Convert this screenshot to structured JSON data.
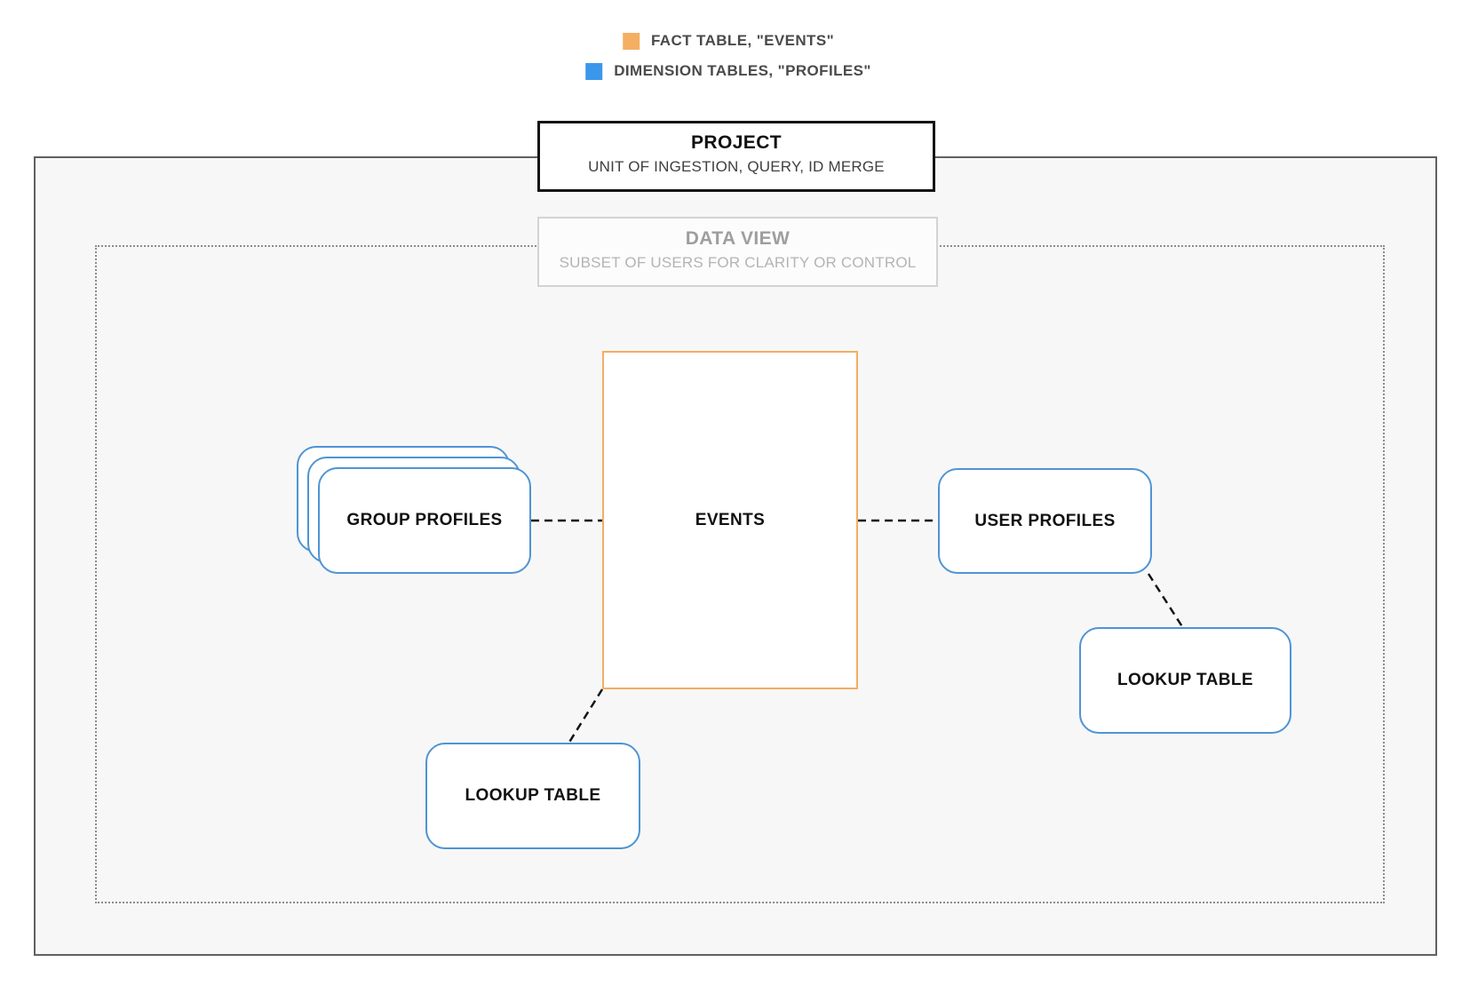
{
  "legend": {
    "items": [
      {
        "id": "fact-table",
        "label": "FACT TABLE, \"EVENTS\"",
        "color": "#F5AF63"
      },
      {
        "id": "dimension-tables",
        "label": "DIMENSION TABLES, \"PROFILES\"",
        "color": "#3B97EC"
      }
    ]
  },
  "project_box": {
    "title": "PROJECT",
    "subtitle": "UNIT OF INGESTION, QUERY, ID MERGE"
  },
  "data_view_box": {
    "title": "DATA VIEW",
    "subtitle": "SUBSET OF USERS FOR CLARITY OR CONTROL"
  },
  "nodes": {
    "events": {
      "label": "EVENTS",
      "type": "fact-table"
    },
    "group_profiles": {
      "label": "GROUP PROFILES",
      "type": "dimension-table",
      "stacked": true
    },
    "user_profiles": {
      "label": "USER PROFILES",
      "type": "dimension-table"
    },
    "lookup_table_right": {
      "label": "LOOKUP TABLE",
      "type": "dimension-table"
    },
    "lookup_table_bottom": {
      "label": "LOOKUP TABLE",
      "type": "dimension-table"
    }
  },
  "connectors": [
    {
      "from": "group_profiles",
      "to": "events",
      "style": "dashed"
    },
    {
      "from": "events",
      "to": "user_profiles",
      "style": "dashed"
    },
    {
      "from": "user_profiles",
      "to": "lookup_table_right",
      "style": "dashed"
    },
    {
      "from": "events",
      "to": "lookup_table_bottom",
      "style": "dashed"
    }
  ],
  "colors": {
    "fact_orange": "#F2AE62",
    "dimension_blue": "#4E94D4",
    "legend_blue_swatch": "#3B97EC",
    "legend_orange_swatch": "#F5AF63",
    "outer_border": "#606060",
    "dotted_border": "#8C8C8C",
    "inner_background": "#F7F7F7",
    "muted_gray_title": "#9E9E9E",
    "muted_gray_subtitle": "#B4B4B4",
    "connector_black": "#141414"
  }
}
